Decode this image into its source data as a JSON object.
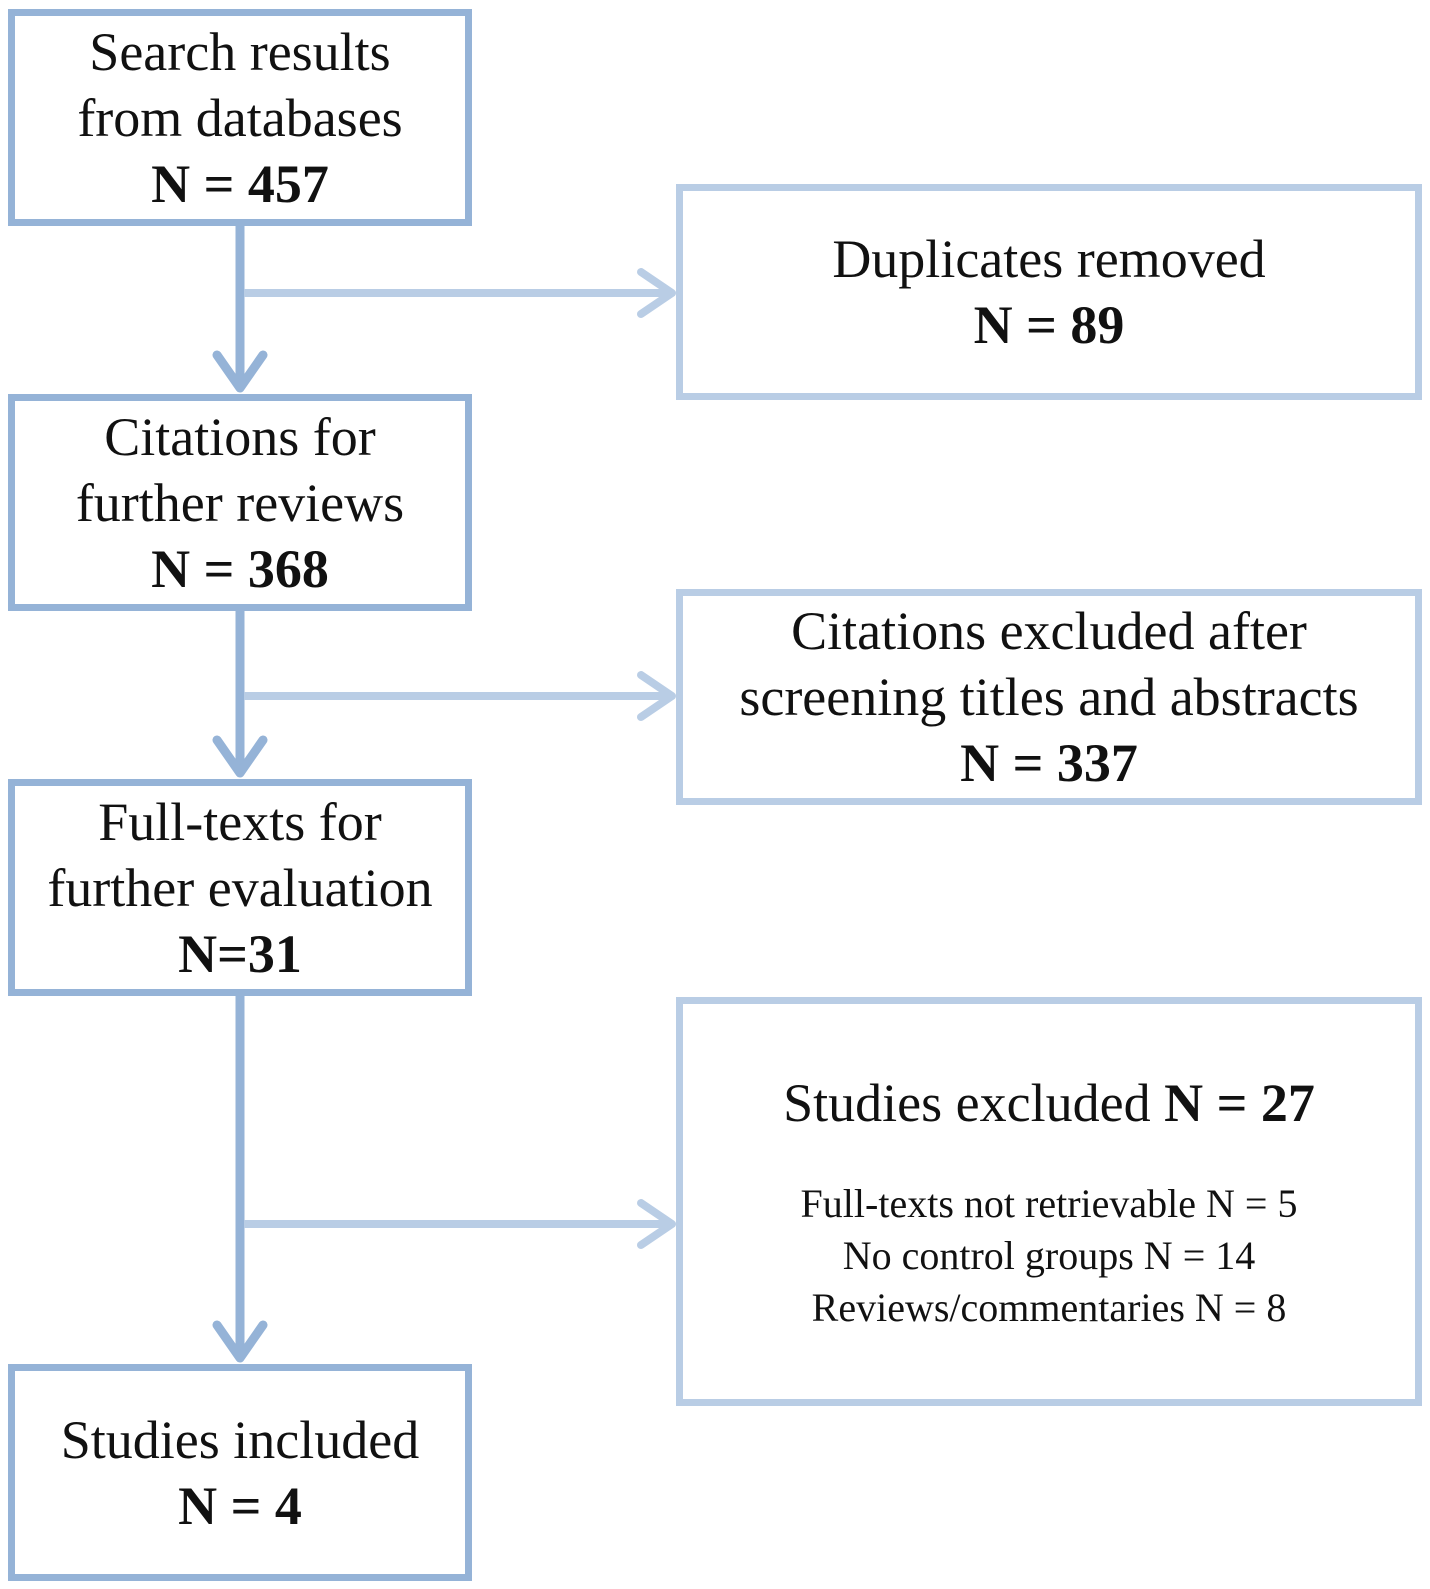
{
  "stages": [
    {
      "id": "search",
      "lines": [
        "Search results",
        "from databases"
      ],
      "count": "N = 457"
    },
    {
      "id": "citations",
      "lines": [
        "Citations for",
        "further reviews"
      ],
      "count": "N = 368"
    },
    {
      "id": "fulltexts",
      "lines": [
        "Full-texts for",
        "further evaluation"
      ],
      "count": "N=31"
    },
    {
      "id": "included",
      "lines": [
        "Studies included"
      ],
      "count": "N = 4"
    }
  ],
  "exclusions": [
    {
      "id": "duplicates",
      "lines": [
        "Duplicates removed"
      ],
      "count": "N = 89"
    },
    {
      "id": "screening",
      "lines": [
        "Citations excluded after",
        "screening titles and abstracts"
      ],
      "count": "N = 337"
    },
    {
      "id": "studies",
      "title": "Studies excluded",
      "count": "N = 27",
      "reasons": [
        "Full-texts not retrievable N = 5",
        "No control groups N = 14",
        "Reviews/commentaries N = 8"
      ]
    }
  ],
  "colors": {
    "main_border": "#95b3d7",
    "side_border": "#b9cde5",
    "main_connector": "#95b3d7",
    "side_connector": "#b9cde5"
  }
}
